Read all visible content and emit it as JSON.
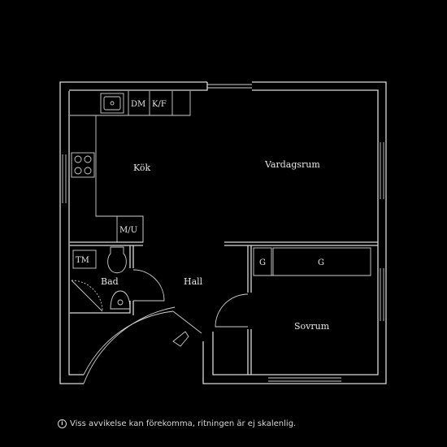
{
  "rooms": {
    "kitchen": "Kök",
    "living": "Vardagsrum",
    "hall": "Hall",
    "bath": "Bad",
    "bedroom": "Sovrum"
  },
  "fixtures": {
    "dishwasher": "DM",
    "fridge_freezer": "K/F",
    "microwave": "M/U",
    "washer": "TM",
    "wardrobe_1": "G",
    "wardrobe_2": "G"
  },
  "footer": {
    "info_glyph": "i",
    "note": "Viss avvikelse kan förekomma, ritningen är ej skalenlig."
  }
}
